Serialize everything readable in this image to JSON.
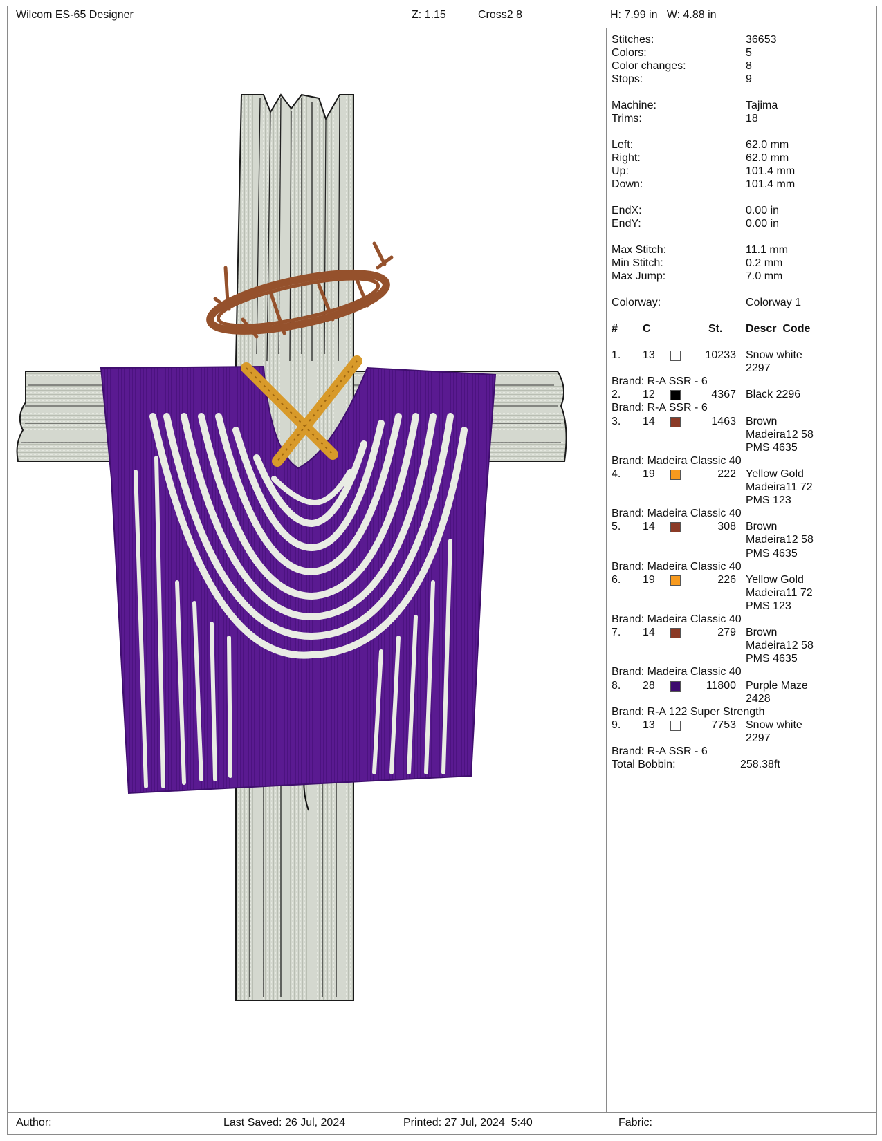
{
  "header": {
    "app_title": "Wilcom ES-65 Designer",
    "zoom": "Z: 1.15",
    "design_name": "Cross2 8",
    "dimensions": "H: 7.99 in   W: 4.88 in"
  },
  "info": {
    "stitches": {
      "label": "Stitches:",
      "value": "36653"
    },
    "colors": {
      "label": "Colors:",
      "value": "5"
    },
    "color_changes": {
      "label": "Color changes:",
      "value": "8"
    },
    "stops": {
      "label": "Stops:",
      "value": "9"
    },
    "machine": {
      "label": "Machine:",
      "value": "Tajima"
    },
    "trims": {
      "label": "Trims:",
      "value": "18"
    },
    "left": {
      "label": "Left:",
      "value": "62.0 mm"
    },
    "right": {
      "label": "Right:",
      "value": "62.0 mm"
    },
    "up": {
      "label": "Up:",
      "value": "101.4 mm"
    },
    "down": {
      "label": "Down:",
      "value": "101.4 mm"
    },
    "endx": {
      "label": "EndX:",
      "value": "0.00 in"
    },
    "endy": {
      "label": "EndY:",
      "value": "0.00 in"
    },
    "max_stitch": {
      "label": "Max Stitch:",
      "value": "11.1 mm"
    },
    "min_stitch": {
      "label": "Min Stitch:",
      "value": "0.2 mm"
    },
    "max_jump": {
      "label": "Max Jump:",
      "value": "7.0 mm"
    },
    "colorway": {
      "label": "Colorway:",
      "value": "Colorway 1"
    }
  },
  "table": {
    "headers": {
      "num": "#",
      "code": "C",
      "stitches": "St.",
      "descr": "Descr  Code"
    },
    "rows": [
      {
        "num": "1.",
        "code": "13",
        "color": "#ffffff",
        "stitches": "10233",
        "lines": [
          "Snow white",
          "2297"
        ],
        "brand": "Brand: R-A SSR - 6"
      },
      {
        "num": "2.",
        "code": "12",
        "color": "#000000",
        "stitches": "4367",
        "lines": [
          "Black 2296"
        ],
        "brand": "Brand: R-A SSR - 6"
      },
      {
        "num": "3.",
        "code": "14",
        "color": "#8b3a26",
        "stitches": "1463",
        "lines": [
          "Brown",
          "Madeira12 58",
          "PMS 4635"
        ],
        "brand": "Brand: Madeira Classic 40"
      },
      {
        "num": "4.",
        "code": "19",
        "color": "#f79a1e",
        "stitches": "222",
        "lines": [
          "Yellow Gold",
          "Madeira11 72",
          "PMS 123"
        ],
        "brand": "Brand: Madeira Classic 40"
      },
      {
        "num": "5.",
        "code": "14",
        "color": "#8b3a26",
        "stitches": "308",
        "lines": [
          "Brown",
          "Madeira12 58",
          "PMS 4635"
        ],
        "brand": "Brand: Madeira Classic 40"
      },
      {
        "num": "6.",
        "code": "19",
        "color": "#f79a1e",
        "stitches": "226",
        "lines": [
          "Yellow Gold",
          "Madeira11 72",
          "PMS 123"
        ],
        "brand": "Brand: Madeira Classic 40"
      },
      {
        "num": "7.",
        "code": "14",
        "color": "#8b3a26",
        "stitches": "279",
        "lines": [
          "Brown",
          "Madeira12 58",
          "PMS 4635"
        ],
        "brand": "Brand: Madeira Classic 40"
      },
      {
        "num": "8.",
        "code": "28",
        "color": "#3d0b6e",
        "stitches": "11800",
        "lines": [
          "Purple Maze",
          "2428"
        ],
        "brand": "Brand: R-A 122 Super Strength"
      },
      {
        "num": "9.",
        "code": "13",
        "color": "#ffffff",
        "stitches": "7753",
        "lines": [
          "Snow white",
          "2297"
        ],
        "brand": "Brand: R-A SSR - 6"
      }
    ],
    "total_bobbin": {
      "label": "Total Bobbin:",
      "value": "258.38ft"
    }
  },
  "footer": {
    "author": "Author:",
    "last_saved": "Last Saved: 26 Jul, 2024",
    "printed": "Printed: 27 Jul, 2024  5:40",
    "fabric": "Fabric:"
  },
  "design_colors": {
    "wood": "#d4d8cf",
    "wood_line": "#1a1a1a",
    "cloth": "#5a1a91",
    "drape": "#e9ece4",
    "thorns": "#95512c",
    "rope": "#d89a2a"
  }
}
